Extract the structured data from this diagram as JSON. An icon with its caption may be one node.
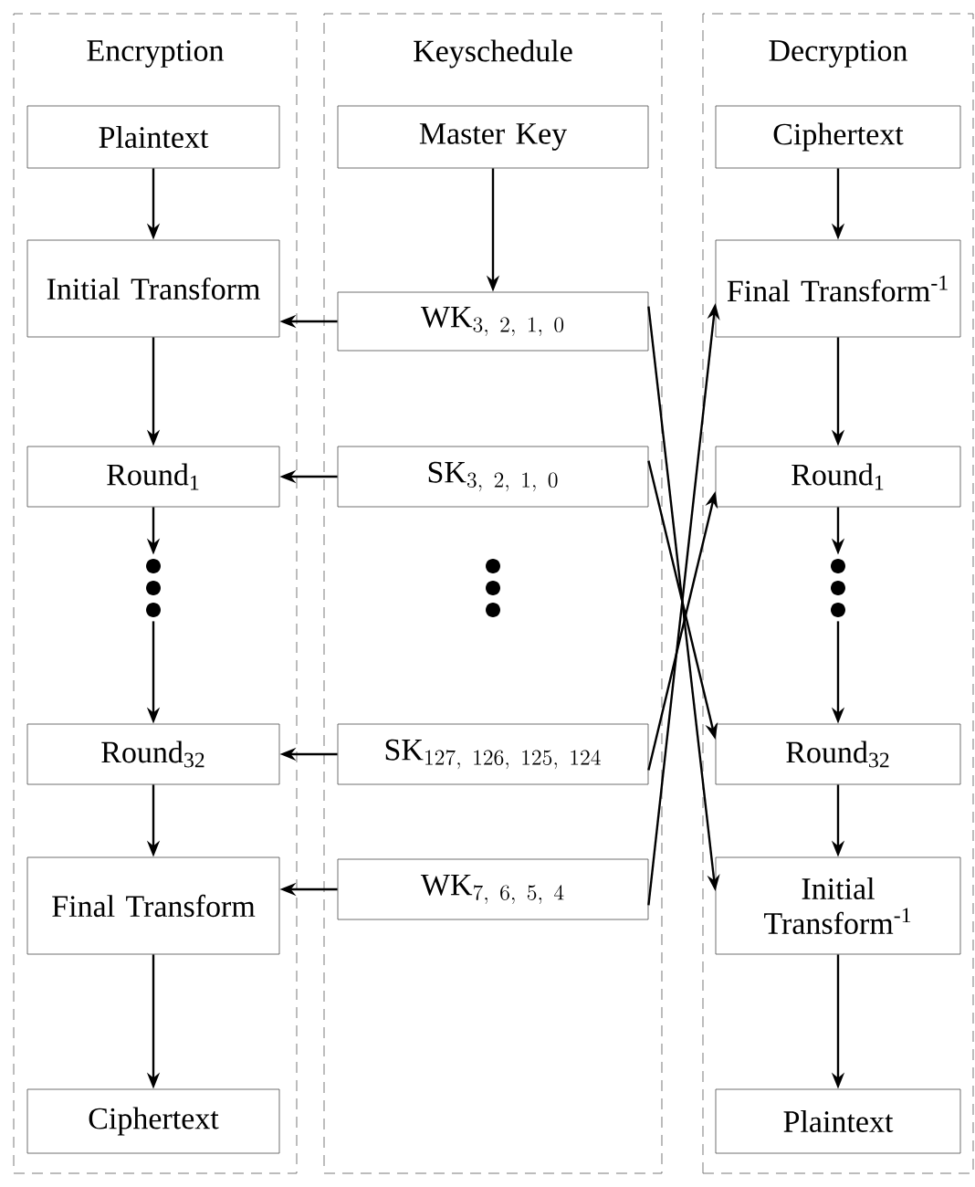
{
  "diagram": {
    "nodes": [
      {
        "text": [
          "Encryption"
        ]
      },
      {
        "text": [
          "Plaintext"
        ],
        "in": 0
      },
      {
        "text": [
          "Initial Transform"
        ],
        "in": 0
      },
      {
        "text": [
          "Round$_{1}$"
        ],
        "in": 0
      },
      {
        "text": [],
        "shape": "dots",
        "in": 0
      },
      {
        "text": [
          "Round$_{32}$"
        ],
        "in": 0
      },
      {
        "text": [
          "Final Transform"
        ],
        "in": 0
      },
      {
        "text": [
          "Ciphertext"
        ],
        "in": 0
      },
      {
        "text": [
          "Keyschedule"
        ]
      },
      {
        "text": [
          "Master Key"
        ],
        "in": 8
      },
      {
        "text": [
          "\\mathrm{WK}_{3,\\ 2,\\ 1,\\ 0}"
        ],
        "in": 8
      },
      {
        "text": [
          "\\mathrm{SK}_{3,\\ 2,\\ 1,\\ 0}"
        ],
        "in": 8
      },
      {
        "text": [
          "\\mathrm{SK}_{127,\\ 126,\\ 125,\\ 124}"
        ],
        "in": 8
      },
      {
        "text": [
          "\\mathrm{WK}_{7,\\ 6,\\ 5,\\ 4}"
        ],
        "in": 8
      },
      {
        "text": [
          "Decryption"
        ]
      },
      {
        "text": [
          "Ciphertext"
        ],
        "in": 14
      },
      {
        "text": [
          "Final Transform$^{-1}$"
        ],
        "in": 14
      },
      {
        "text": [
          "Round$_{1}$"
        ],
        "in": 14
      },
      {
        "text": [],
        "shape": "dots",
        "in": 14
      },
      {
        "text": [
          "Round$_{32}$"
        ],
        "in": 14
      },
      {
        "text": [
          "Initial Transform$^{-1}$"
        ],
        "in": 14
      },
      {
        "text": [
          "Plaintext"
        ],
        "in": 14
      }
    ],
    "edges": [
      {
        "from": 1,
        "to": 2,
        "arrow": "to"
      },
      {
        "from": 2,
        "to": 3,
        "arrow": "to"
      },
      {
        "from": 3,
        "to": 4,
        "arrow": "to"
      },
      {
        "from": 4,
        "to": 5,
        "arrow": "to"
      },
      {
        "from": 5,
        "to": 6,
        "arrow": "to"
      },
      {
        "from": 6,
        "to": 7,
        "arrow": "to"
      },
      {
        "from": 9,
        "to": 10,
        "arrow": "to"
      },
      {
        "from": 10,
        "to": 2,
        "arrow": "to"
      },
      {
        "from": 11,
        "to": 3,
        "arrow": "to"
      },
      {
        "from": 12,
        "to": 5,
        "arrow": "to"
      },
      {
        "from": 13,
        "to": 6,
        "arrow": "to"
      },
      {
        "from": 10,
        "to": 20,
        "arrow": "to"
      },
      {
        "from": 11,
        "to": 19,
        "arrow": "to"
      },
      {
        "from": 12,
        "to": 17,
        "arrow": "to"
      },
      {
        "from": 13,
        "to": 16,
        "arrow": "to"
      },
      {
        "from": 15,
        "to": 16,
        "arrow": "to"
      },
      {
        "from": 16,
        "to": 17,
        "arrow": "to"
      },
      {
        "from": 17,
        "to": 18,
        "arrow": "to"
      },
      {
        "from": 18,
        "to": 19,
        "arrow": "to"
      },
      {
        "from": 19,
        "to": 20,
        "arrow": "to"
      },
      {
        "from": 20,
        "to": 21,
        "arrow": "to"
      }
    ]
  }
}
